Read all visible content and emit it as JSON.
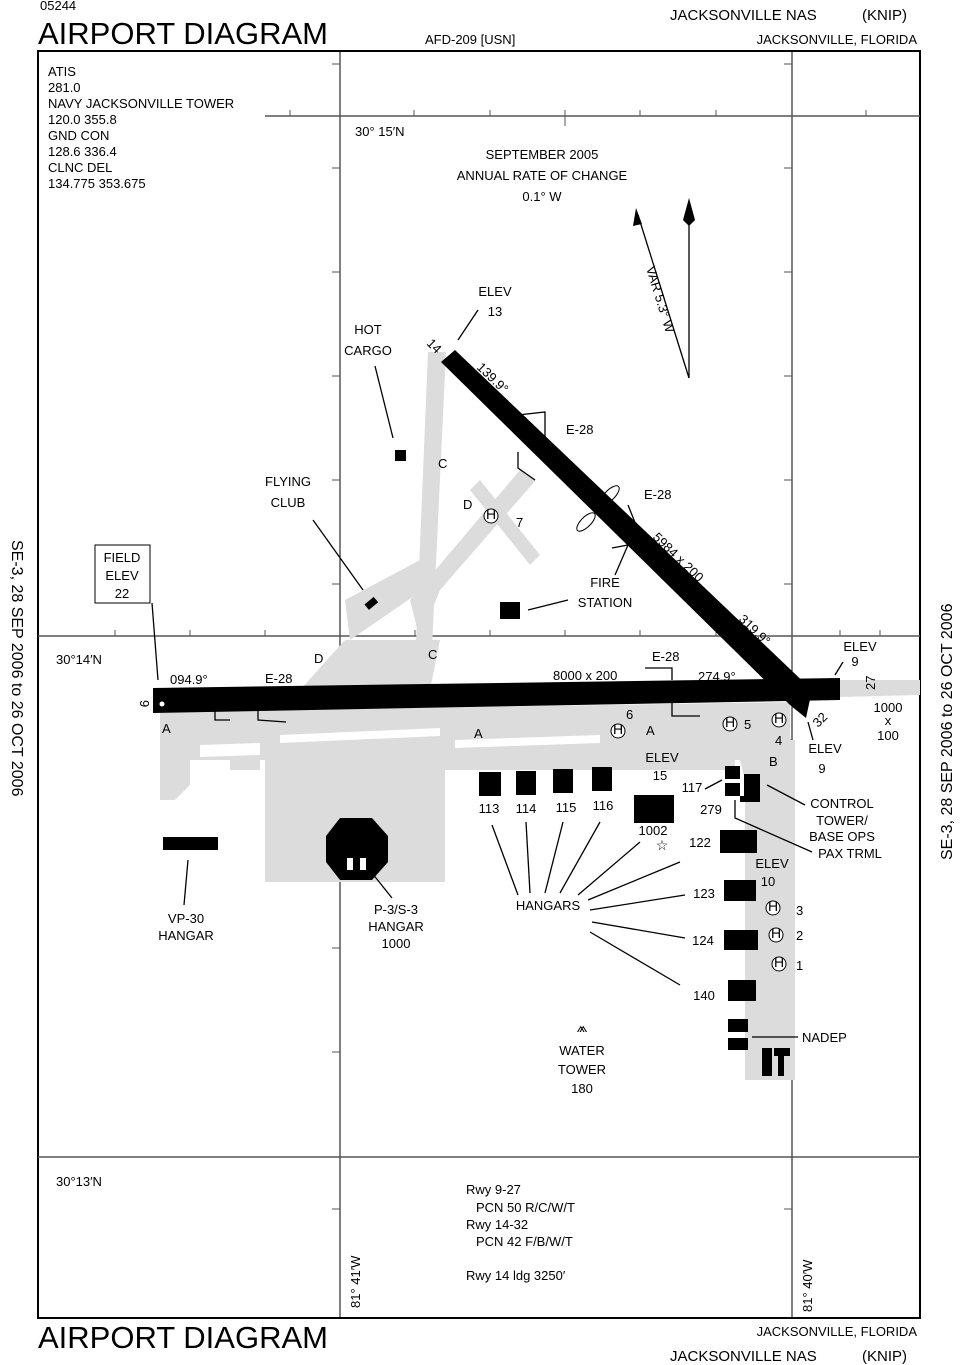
{
  "header": {
    "chart_number": "05244",
    "title": "AIRPORT DIAGRAM",
    "afd": "AFD-209 [USN]",
    "airport": "JACKSONVILLE NAS",
    "ident": "(KNIP)",
    "city": "JACKSONVILLE, FLORIDA"
  },
  "footer": {
    "title": "AIRPORT DIAGRAM",
    "city": "JACKSONVILLE, FLORIDA",
    "airport": "JACKSONVILLE NAS",
    "ident": "(KNIP)"
  },
  "side_text": "SE-3, 28 SEP 2006 to 26 OCT 2006",
  "frequencies": [
    "ATIS",
    "281.0",
    "NAVY JACKSONVILLE TOWER",
    "120.0  355.8",
    "GND CON",
    "128.6  336.4",
    "CLNC DEL",
    "134.775  353.675"
  ],
  "coordinates": {
    "lat1": "30° 15′N",
    "lat2": "30°14′N",
    "lat3": "30°13′N",
    "lon1": "81° 41′W",
    "lon2": "81° 40′W"
  },
  "magvar": {
    "line1": "SEPTEMBER 2005",
    "line2": "ANNUAL RATE OF CHANGE",
    "line3": "0.1° W",
    "var": "VAR 5.3° W"
  },
  "runways": {
    "rwy9": "9",
    "rwy27": "27",
    "rwy14": "14",
    "rwy32": "32",
    "hdg_094": "094.9°",
    "hdg_274": "274.9°",
    "hdg_139": "139.9°",
    "hdg_319": "319.9°",
    "dim_9_27": "8000 x 200",
    "dim_14_32": "5984 x 200",
    "overrun": [
      "1000",
      "x",
      "100"
    ],
    "arresting": "E-28"
  },
  "elevations": {
    "field_label": [
      "FIELD",
      "ELEV"
    ],
    "field_value": "22",
    "elev": "ELEV",
    "e13": "13",
    "e9a": "9",
    "e9b": "9",
    "e15": "15",
    "e10": "10"
  },
  "taxiways": [
    "A",
    "A",
    "A",
    "B",
    "C",
    "C",
    "D",
    "D"
  ],
  "helipads": [
    "7",
    "6",
    "5",
    "4",
    "3",
    "2",
    "1"
  ],
  "features": {
    "hot_cargo": [
      "HOT",
      "CARGO"
    ],
    "flying_club": [
      "FLYING",
      "CLUB"
    ],
    "fire_station": [
      "FIRE",
      "STATION"
    ],
    "vp30": [
      "VP-30",
      "HANGAR"
    ],
    "p3": [
      "P-3/S-3",
      "HANGAR",
      "1000"
    ],
    "hangars": "HANGARS",
    "hangar_numbers": [
      "113",
      "114",
      "115",
      "116",
      "1002",
      "117",
      "279",
      "122",
      "123",
      "124",
      "140"
    ],
    "tower": [
      "CONTROL",
      "TOWER/",
      "BASE OPS"
    ],
    "pax": "PAX TRML",
    "water_tower": [
      "WATER",
      "TOWER",
      "180"
    ],
    "nadep": "NADEP"
  },
  "notes": [
    "Rwy 9-27",
    "PCN 50 R/C/W/T",
    "Rwy 14-32",
    "PCN 42 F/B/W/T",
    "Rwy 14 ldg 3250′"
  ]
}
